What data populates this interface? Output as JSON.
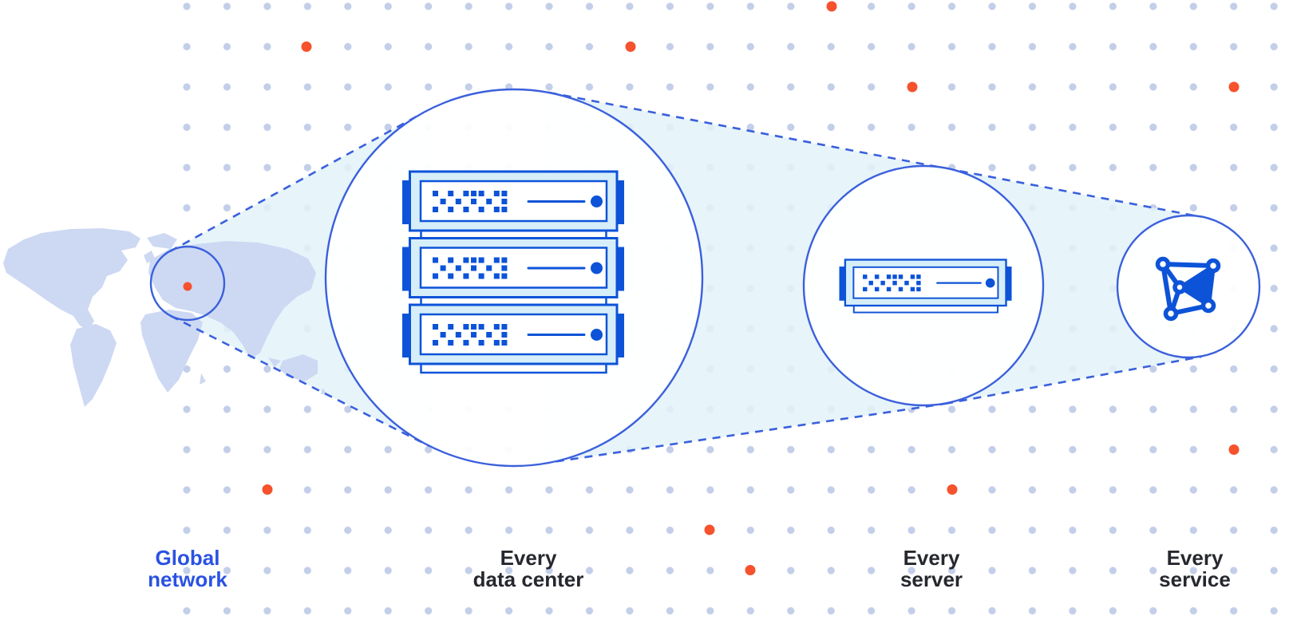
{
  "diagram_title": "Global network funnel diagram",
  "labels": {
    "global_network": {
      "line1": "Global",
      "line2": "network"
    },
    "every_data_center": {
      "line1": "Every",
      "line2": "data center"
    },
    "every_server": {
      "line1": "Every",
      "line2": "server"
    },
    "every_service": {
      "line1": "Every",
      "line2": "service"
    }
  },
  "icons": [
    "world-map",
    "globe-highlight-circle",
    "location-dot",
    "server-rack-icon",
    "server-unit-icon",
    "network-mesh-icon",
    "dot-grid-background",
    "beam-funnel"
  ],
  "colors": {
    "accent_blue": "#3A60DC",
    "dark_blue": "#0C53D8",
    "label_blue": "#2A52E2",
    "beam_cyan": "#E3F2F8",
    "map_blue": "#CDD9F3",
    "dot_gray": "#C3CEE9",
    "orange": "#F5522D",
    "pale_band": "#D6EEF9",
    "text_dark": "#26282E"
  }
}
